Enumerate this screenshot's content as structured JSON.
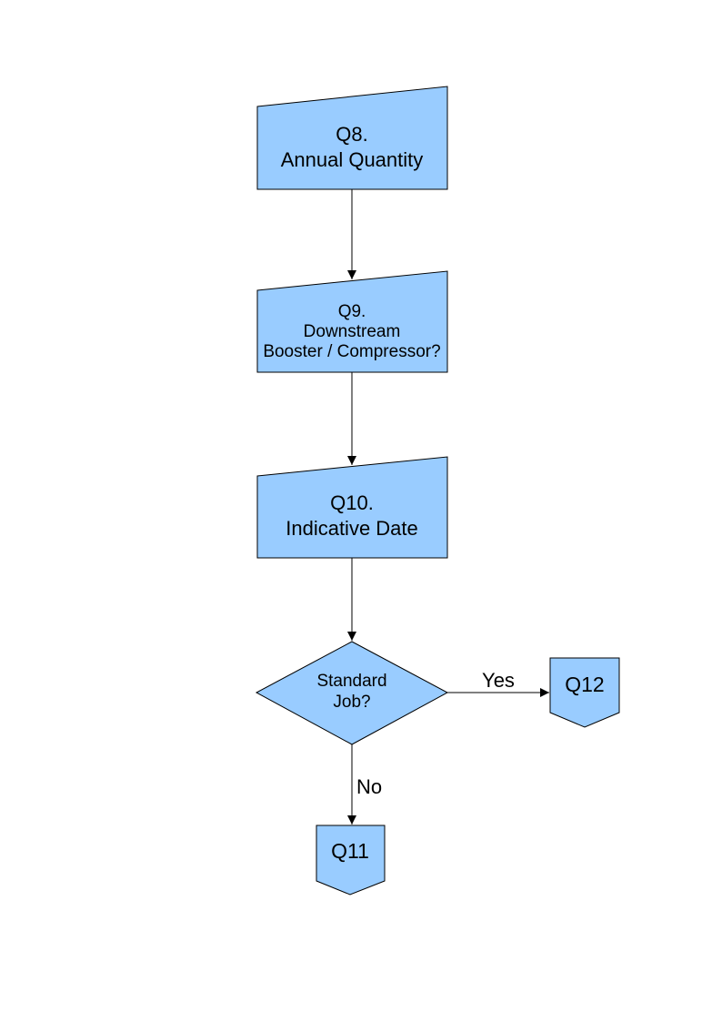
{
  "flowchart": {
    "colors": {
      "node_fill": "#99CCFF",
      "node_border": "#000000",
      "line": "#000000",
      "text": "#000000",
      "background": "#FFFFFF"
    },
    "nodes": {
      "q8": {
        "type": "manual-input-box",
        "lines": [
          "Q8.",
          "Annual Quantity"
        ]
      },
      "q9": {
        "type": "manual-input-box",
        "lines": [
          "Q9.",
          "Downstream",
          "Booster / Compressor?"
        ]
      },
      "q10": {
        "type": "manual-input-box",
        "lines": [
          "Q10.",
          "Indicative Date"
        ]
      },
      "standard_job": {
        "type": "decision-diamond",
        "lines": [
          "Standard",
          "Job?"
        ]
      },
      "q12": {
        "type": "off-page-connector",
        "label": "Q12"
      },
      "q11": {
        "type": "off-page-connector",
        "label": "Q11"
      }
    },
    "edges": [
      {
        "from": "q8",
        "to": "q9",
        "label": ""
      },
      {
        "from": "q9",
        "to": "q10",
        "label": ""
      },
      {
        "from": "q10",
        "to": "standard_job",
        "label": ""
      },
      {
        "from": "standard_job",
        "to": "q12",
        "label": "Yes"
      },
      {
        "from": "standard_job",
        "to": "q11",
        "label": "No"
      }
    ]
  }
}
